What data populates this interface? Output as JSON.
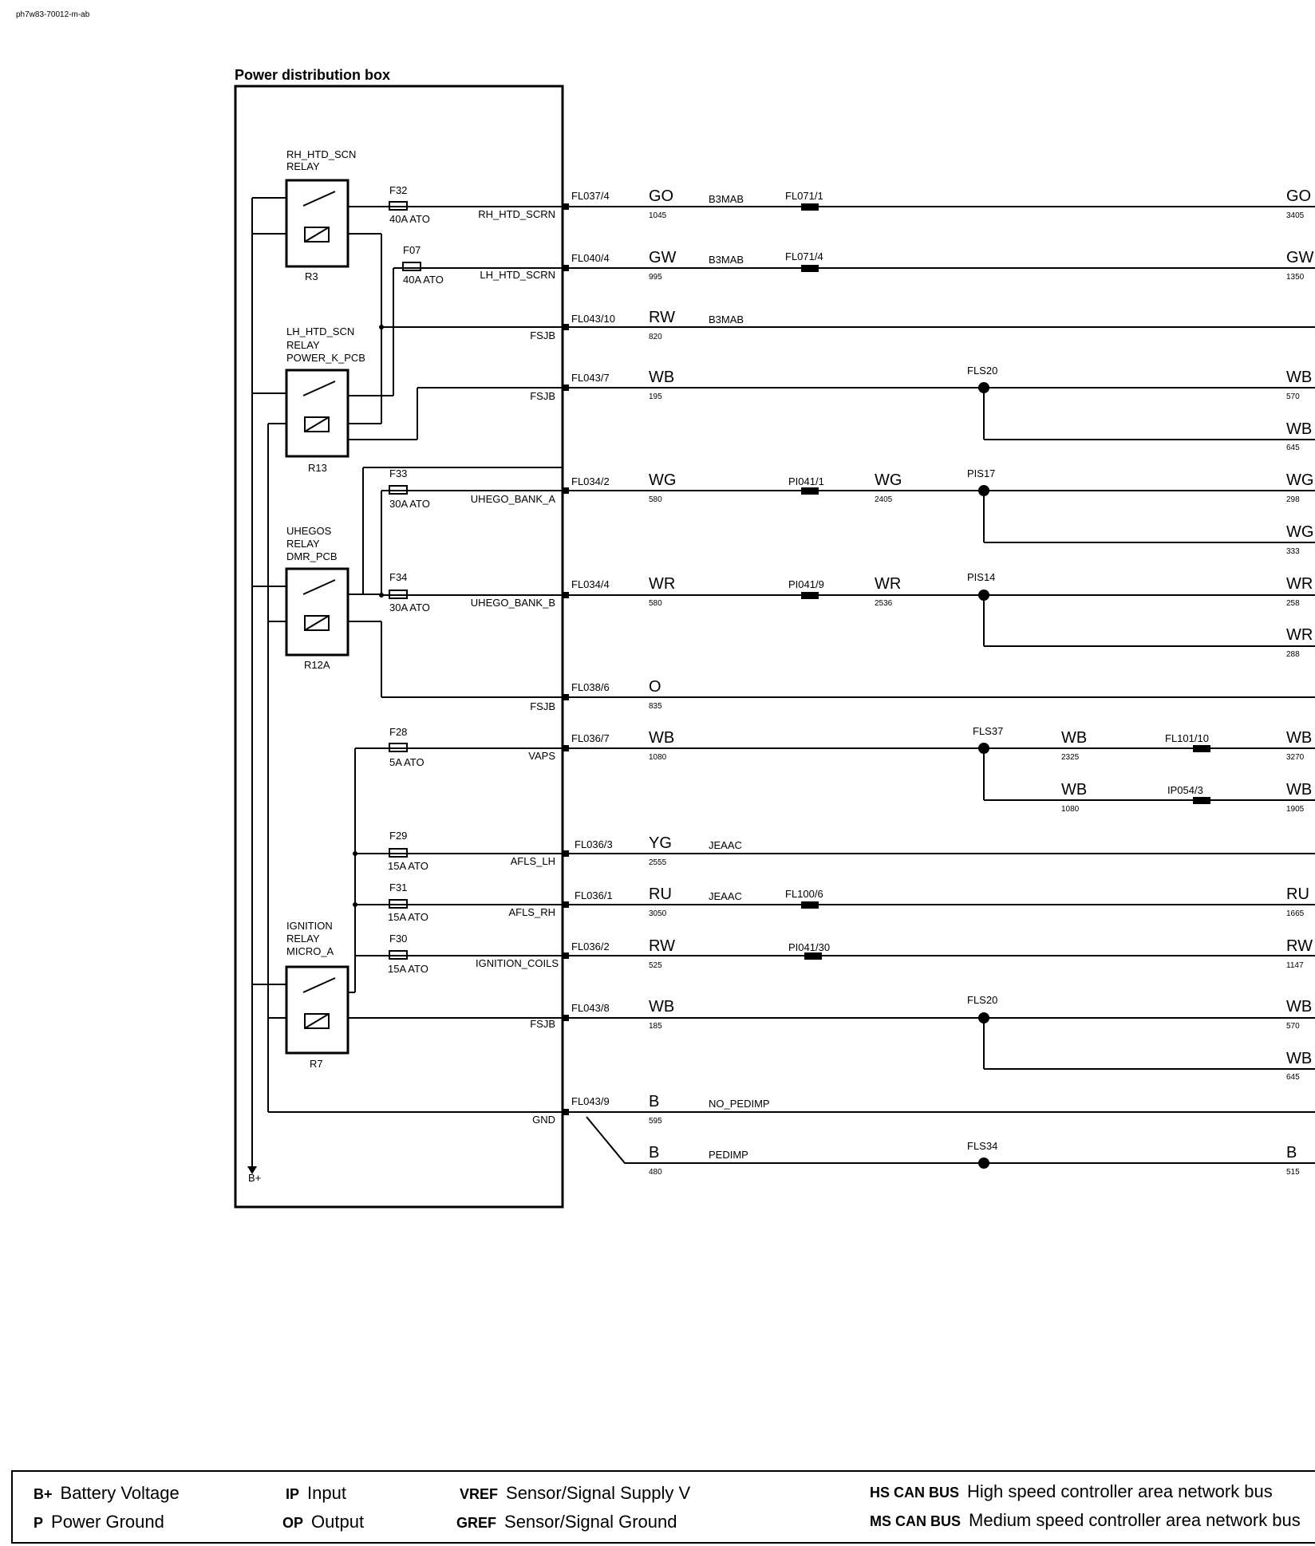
{
  "doc_id": "ph7w83-70012-m-ab",
  "box_title": "Power distribution box",
  "relays": [
    {
      "lines": [
        "RH_HTD_SCN",
        "RELAY"
      ],
      "ref": "R3"
    },
    {
      "lines": [
        "LH_HTD_SCN",
        "RELAY",
        "POWER_K_PCB"
      ],
      "ref": "R13"
    },
    {
      "lines": [
        "UHEGOS",
        "RELAY",
        "DMR_PCB"
      ],
      "ref": "R12A"
    },
    {
      "lines": [
        "IGNITION",
        "RELAY",
        "MICRO_A"
      ],
      "ref": "R7"
    }
  ],
  "fuses": [
    {
      "id": "F32",
      "rating": "40A  ATO"
    },
    {
      "id": "F07",
      "rating": "40A  ATO"
    },
    {
      "id": "F33",
      "rating": "30A  ATO"
    },
    {
      "id": "F34",
      "rating": "30A  ATO"
    },
    {
      "id": "F28",
      "rating": "5A  ATO"
    },
    {
      "id": "F29",
      "rating": "15A  ATO"
    },
    {
      "id": "F31",
      "rating": "15A  ATO"
    },
    {
      "id": "F30",
      "rating": "15A  ATO"
    }
  ],
  "circuits": [
    "RH_HTD_SCRN",
    "LH_HTD_SCRN",
    "FSJB",
    "FSJB",
    "UHEGO_BANK_A",
    "UHEGO_BANK_B",
    "FSJB",
    "VAPS",
    "AFLS_LH",
    "AFLS_RH",
    "IGNITION_COILS",
    "FSJB",
    "GND"
  ],
  "battery": "B+",
  "rows": [
    {
      "pin": "FL037/4",
      "color": "GO",
      "code": "1045",
      "harness": "B3MAB",
      "conn": "FL071/1",
      "out_color": "GO",
      "out_code": "3405"
    },
    {
      "pin": "FL040/4",
      "color": "GW",
      "code": "995",
      "harness": "B3MAB",
      "conn": "FL071/4",
      "out_color": "GW",
      "out_code": "1350"
    },
    {
      "pin": "FL043/10",
      "color": "RW",
      "code": "820",
      "harness": "B3MAB"
    },
    {
      "pin": "FL043/7",
      "color": "WB",
      "code": "195",
      "splice": "FLS20",
      "out_color": "WB",
      "out_code": "570",
      "branch_color": "WB",
      "branch_code": "645"
    },
    {
      "pin": "FL034/2",
      "color": "WG",
      "code": "580",
      "conn": "PI041/1",
      "mid_color": "WG",
      "mid_code": "2405",
      "splice": "PIS17",
      "out_color": "WG",
      "out_code": "298",
      "branch_color": "WG",
      "branch_code": "333"
    },
    {
      "pin": "FL034/4",
      "color": "WR",
      "code": "580",
      "conn": "PI041/9",
      "mid_color": "WR",
      "mid_code": "2536",
      "splice": "PIS14",
      "out_color": "WR",
      "out_code": "258",
      "branch_color": "WR",
      "branch_code": "288"
    },
    {
      "pin": "FL038/6",
      "color": "O",
      "code": "835"
    },
    {
      "pin": "FL036/7",
      "color": "WB",
      "code": "1080",
      "splice": "FLS37",
      "mid_color": "WB",
      "mid_code": "2325",
      "conn": "FL101/10",
      "out_color": "WB",
      "out_code": "3270",
      "branch_color": "WB",
      "branch_code": "1080",
      "branch_conn": "IP054/3",
      "branch_out_color": "WB",
      "branch_out_code": "1905"
    },
    {
      "pin": "FL036/3",
      "color": "YG",
      "code": "2555",
      "harness": "JEAAC"
    },
    {
      "pin": "FL036/1",
      "color": "RU",
      "code": "3050",
      "harness": "JEAAC",
      "conn": "FL100/6",
      "out_color": "RU",
      "out_code": "1665"
    },
    {
      "pin": "FL036/2",
      "color": "RW",
      "code": "525",
      "conn": "PI041/30",
      "out_color": "RW",
      "out_code": "1147"
    },
    {
      "pin": "FL043/8",
      "color": "WB",
      "code": "185",
      "splice": "FLS20",
      "out_color": "WB",
      "out_code": "570",
      "branch_color": "WB",
      "branch_code": "645"
    },
    {
      "pin": "FL043/9",
      "color": "B",
      "code": "595",
      "harness": "NO_PEDIMP"
    },
    {
      "color": "B",
      "code": "480",
      "harness": "PEDIMP",
      "splice": "FLS34",
      "out_color": "B",
      "out_code": "515"
    }
  ],
  "legend": [
    {
      "abbr": "B+",
      "text": "Battery Voltage"
    },
    {
      "abbr": "P",
      "text": "Power Ground"
    },
    {
      "abbr": "IP",
      "text": "Input"
    },
    {
      "abbr": "OP",
      "text": "Output"
    },
    {
      "abbr": "VREF",
      "text": "Sensor/Signal Supply V"
    },
    {
      "abbr": "GREF",
      "text": "Sensor/Signal Ground"
    },
    {
      "abbr": "HS CAN BUS",
      "text": "High speed controller area network bus"
    },
    {
      "abbr": "MS CAN BUS",
      "text": "Medium speed controller area network bus"
    }
  ]
}
